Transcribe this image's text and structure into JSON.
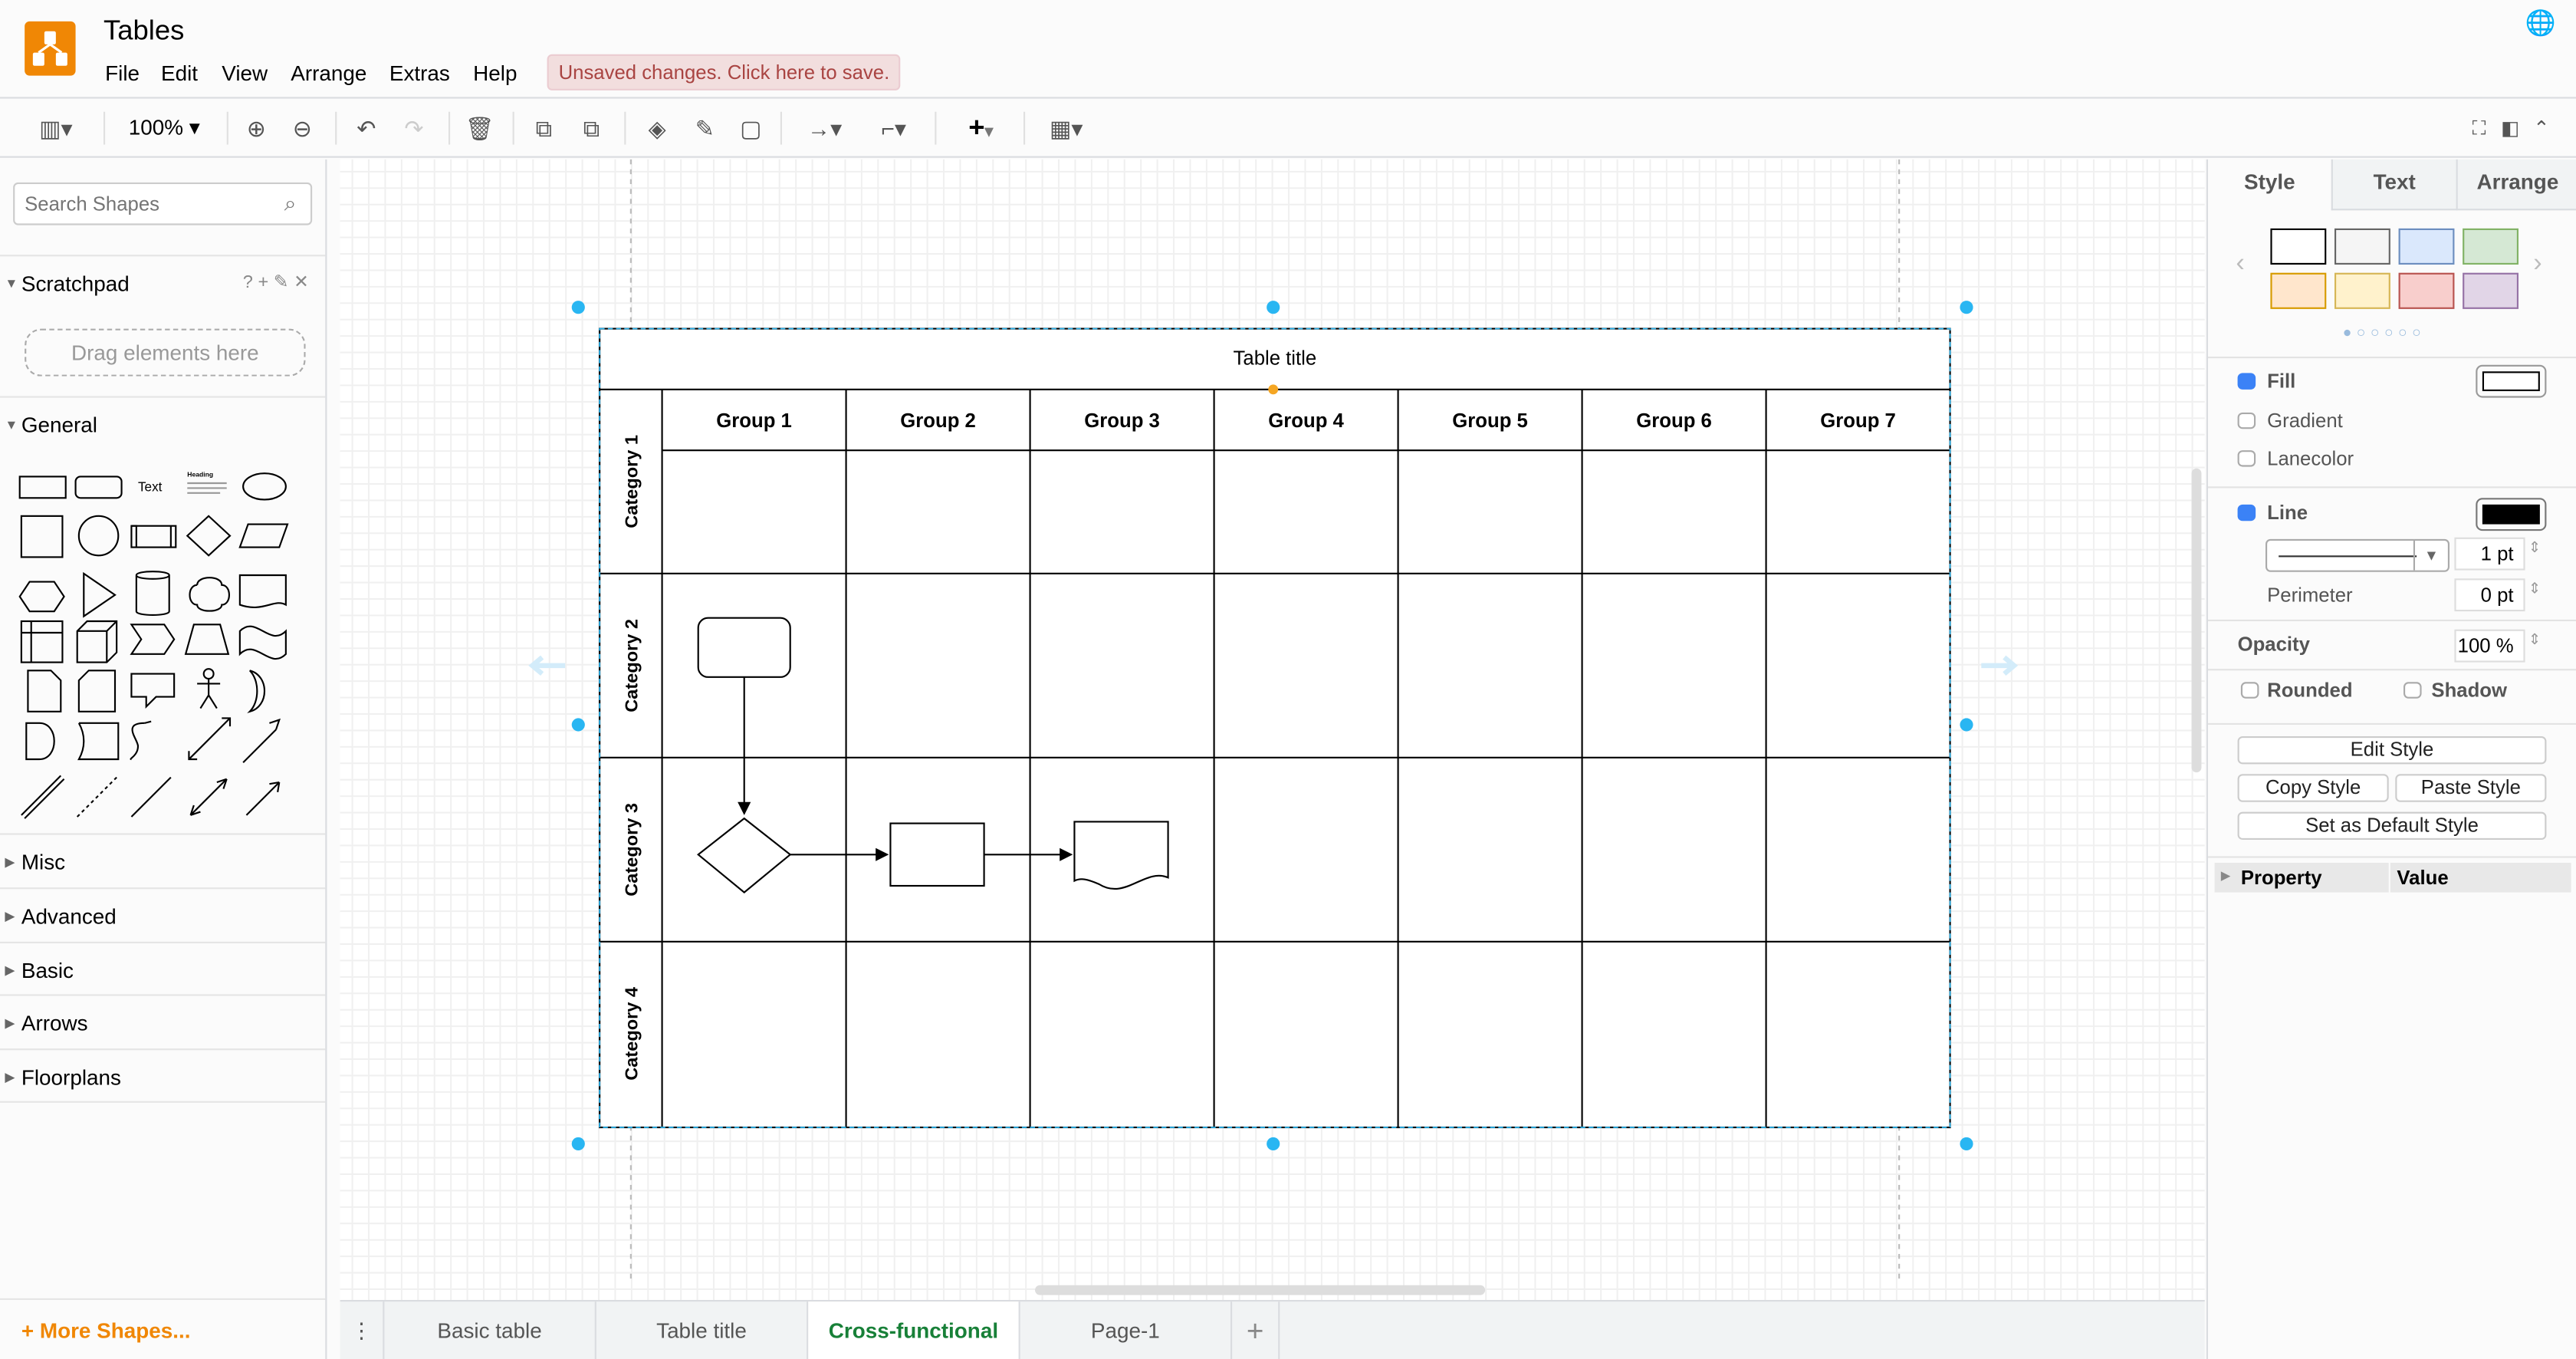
{
  "app": {
    "title": "Tables",
    "menu": [
      "File",
      "Edit",
      "View",
      "Arrange",
      "Extras",
      "Help"
    ],
    "unsaved": "Unsaved changes. Click here to save."
  },
  "toolbar": {
    "zoom": "100%"
  },
  "sidebar": {
    "search_placeholder": "Search Shapes",
    "scratchpad": "Scratchpad",
    "drag_hint": "Drag elements here",
    "general": "General",
    "text_shape": "Text",
    "heading_shape": "Heading",
    "sections": [
      "Misc",
      "Advanced",
      "Basic",
      "Arrows",
      "Floorplans"
    ],
    "more_shapes": "+ More Shapes..."
  },
  "diagram": {
    "table_title": "Table title",
    "groups": [
      "Group 1",
      "Group 2",
      "Group 3",
      "Group 4",
      "Group 5",
      "Group 6",
      "Group 7"
    ],
    "categories": [
      "Category 1",
      "Category 2",
      "Category 3",
      "Category 4"
    ]
  },
  "format": {
    "tabs": [
      "Style",
      "Text",
      "Arrange"
    ],
    "swatches": [
      {
        "fill": "#ffffff",
        "stroke": "#000000"
      },
      {
        "fill": "#f5f5f5",
        "stroke": "#666666"
      },
      {
        "fill": "#dae8fc",
        "stroke": "#6c8ebf"
      },
      {
        "fill": "#d5e8d4",
        "stroke": "#82b366"
      },
      {
        "fill": "#ffe6cc",
        "stroke": "#d79b00"
      },
      {
        "fill": "#fff2cc",
        "stroke": "#d6b656"
      },
      {
        "fill": "#f8cecc",
        "stroke": "#b85450"
      },
      {
        "fill": "#e1d5e7",
        "stroke": "#9673a6"
      }
    ],
    "fill": {
      "label": "Fill",
      "checked": true,
      "color": "#ffffff"
    },
    "gradient": {
      "label": "Gradient",
      "checked": false
    },
    "lanecolor": {
      "label": "Lanecolor",
      "checked": false
    },
    "line": {
      "label": "Line",
      "checked": true,
      "color": "#000000",
      "width": "1 pt"
    },
    "perimeter": {
      "label": "Perimeter",
      "value": "0 pt"
    },
    "opacity": {
      "label": "Opacity",
      "value": "100 %"
    },
    "rounded": {
      "label": "Rounded",
      "checked": false
    },
    "shadow": {
      "label": "Shadow",
      "checked": false
    },
    "buttons": {
      "edit": "Edit Style",
      "copy": "Copy Style",
      "paste": "Paste Style",
      "default": "Set as Default Style"
    },
    "property_header": "Property",
    "value_header": "Value"
  },
  "pages": {
    "tabs": [
      "Basic table",
      "Table title",
      "Cross-functional",
      "Page-1"
    ],
    "active": "Cross-functional"
  },
  "colors": {
    "accent": "#f08705",
    "selection": "#29b6f2",
    "active_tab": "#188038"
  }
}
